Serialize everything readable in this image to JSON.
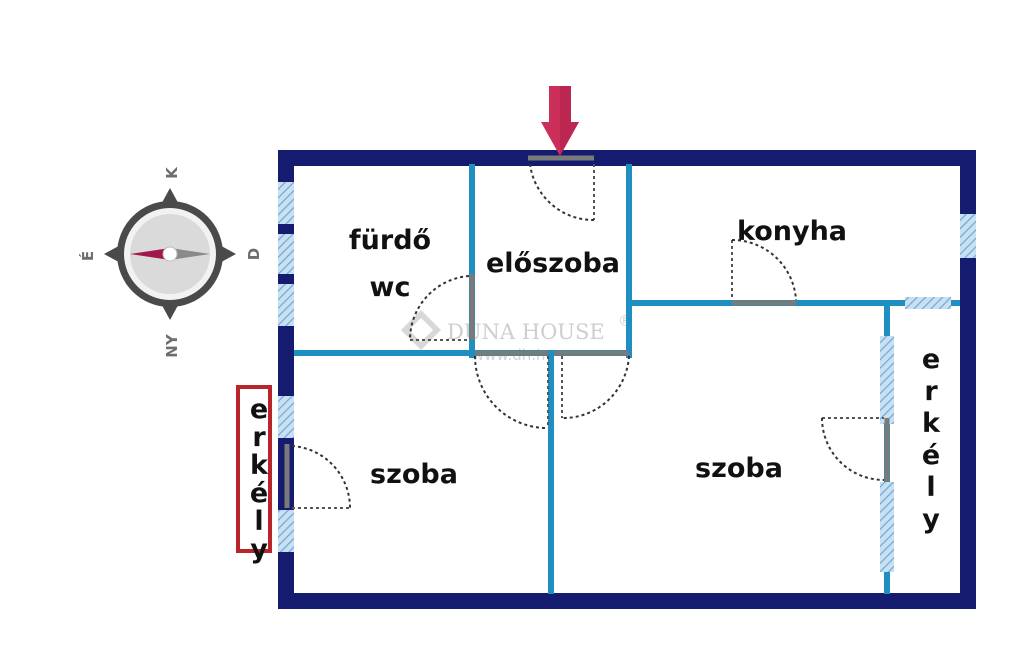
{
  "rooms": {
    "furdo": "fürdő",
    "wc": "wc",
    "eloszoba": "előszoba",
    "konyha": "konyha",
    "szoba_left": "szoba",
    "szoba_right": "szoba"
  },
  "balconies": {
    "left": "erkély",
    "right": "erkély"
  },
  "compass": {
    "north": "K",
    "east": "D",
    "south": "NY",
    "west": "É"
  },
  "watermark": {
    "brand": "DUNA HOUSE",
    "registered": "®",
    "url": "www.dh.hu"
  },
  "colors": {
    "outer_wall": "#151b6e",
    "inner_wall": "#1f8ec0",
    "window_hatch": "#9ec8e4",
    "entrance_arrow": "#cc2e5a",
    "balcony_frame": "#b8262c"
  }
}
